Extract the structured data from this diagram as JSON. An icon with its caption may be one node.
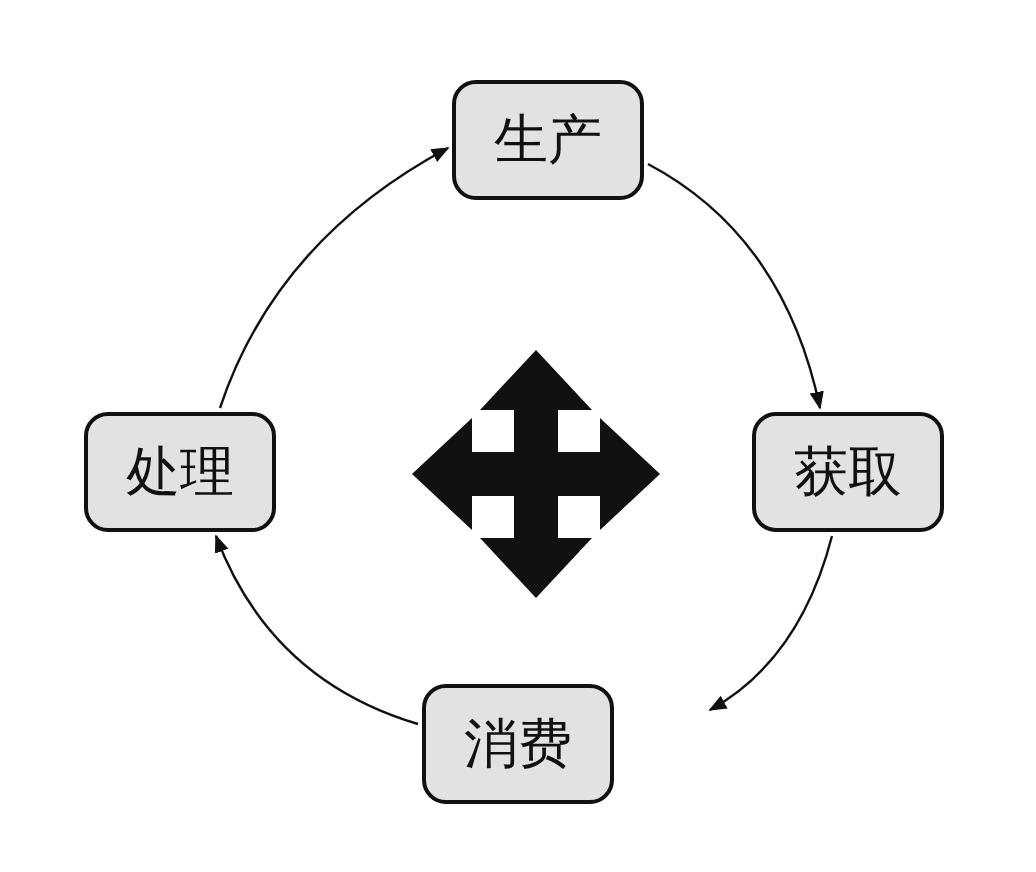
{
  "diagram": {
    "nodes": [
      {
        "text": [
          "生产"
        ]
      },
      {
        "text": [
          "获取"
        ]
      },
      {
        "text": [
          "消费"
        ]
      },
      {
        "text": [
          "处理"
        ]
      }
    ],
    "edges": [
      {
        "from": 0,
        "to": 1,
        "arrow": "to"
      },
      {
        "from": 1,
        "to": 2,
        "arrow": "to"
      },
      {
        "from": 2,
        "to": 3,
        "arrow": "to"
      },
      {
        "from": 3,
        "to": 0,
        "arrow": "to"
      }
    ]
  }
}
